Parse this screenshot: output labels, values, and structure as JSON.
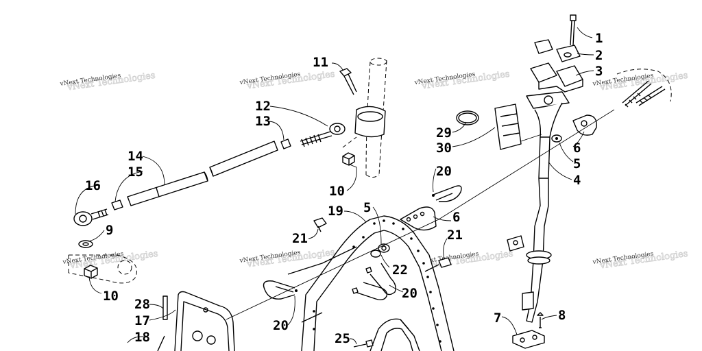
{
  "watermark": {
    "text": "vNext Technologies"
  },
  "callouts": [
    {
      "id": "c1",
      "label": "1"
    },
    {
      "id": "c2",
      "label": "2"
    },
    {
      "id": "c3",
      "label": "3"
    },
    {
      "id": "c4",
      "label": "4"
    },
    {
      "id": "c5a",
      "label": "5"
    },
    {
      "id": "c5b",
      "label": "5"
    },
    {
      "id": "c6a",
      "label": "6"
    },
    {
      "id": "c6b",
      "label": "6"
    },
    {
      "id": "c7",
      "label": "7"
    },
    {
      "id": "c8",
      "label": "8"
    },
    {
      "id": "c9",
      "label": "9"
    },
    {
      "id": "c10a",
      "label": "10"
    },
    {
      "id": "c10b",
      "label": "10"
    },
    {
      "id": "c11",
      "label": "11"
    },
    {
      "id": "c12",
      "label": "12"
    },
    {
      "id": "c13",
      "label": "13"
    },
    {
      "id": "c14",
      "label": "14"
    },
    {
      "id": "c15",
      "label": "15"
    },
    {
      "id": "c16",
      "label": "16"
    },
    {
      "id": "c17",
      "label": "17"
    },
    {
      "id": "c18",
      "label": "18"
    },
    {
      "id": "c19",
      "label": "19"
    },
    {
      "id": "c20a",
      "label": "20"
    },
    {
      "id": "c20b",
      "label": "20"
    },
    {
      "id": "c20c",
      "label": "20"
    },
    {
      "id": "c21a",
      "label": "21"
    },
    {
      "id": "c21b",
      "label": "21"
    },
    {
      "id": "c22",
      "label": "22"
    },
    {
      "id": "c25",
      "label": "25"
    },
    {
      "id": "c28",
      "label": "28"
    },
    {
      "id": "c29",
      "label": "29"
    },
    {
      "id": "c30",
      "label": "30"
    }
  ]
}
